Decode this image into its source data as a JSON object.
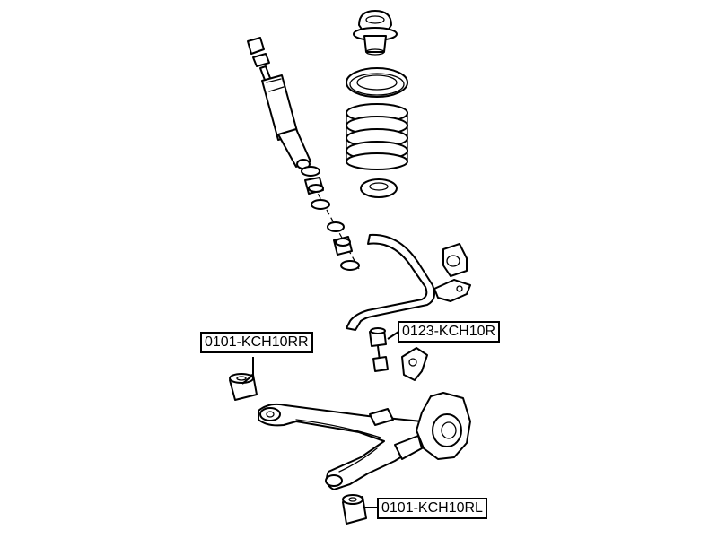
{
  "callouts": {
    "upper_left_bushing": "0101-KCH10RR",
    "stabilizer_link": "0123-KCH10R",
    "lower_bushing": "0101-KCH10RL"
  }
}
